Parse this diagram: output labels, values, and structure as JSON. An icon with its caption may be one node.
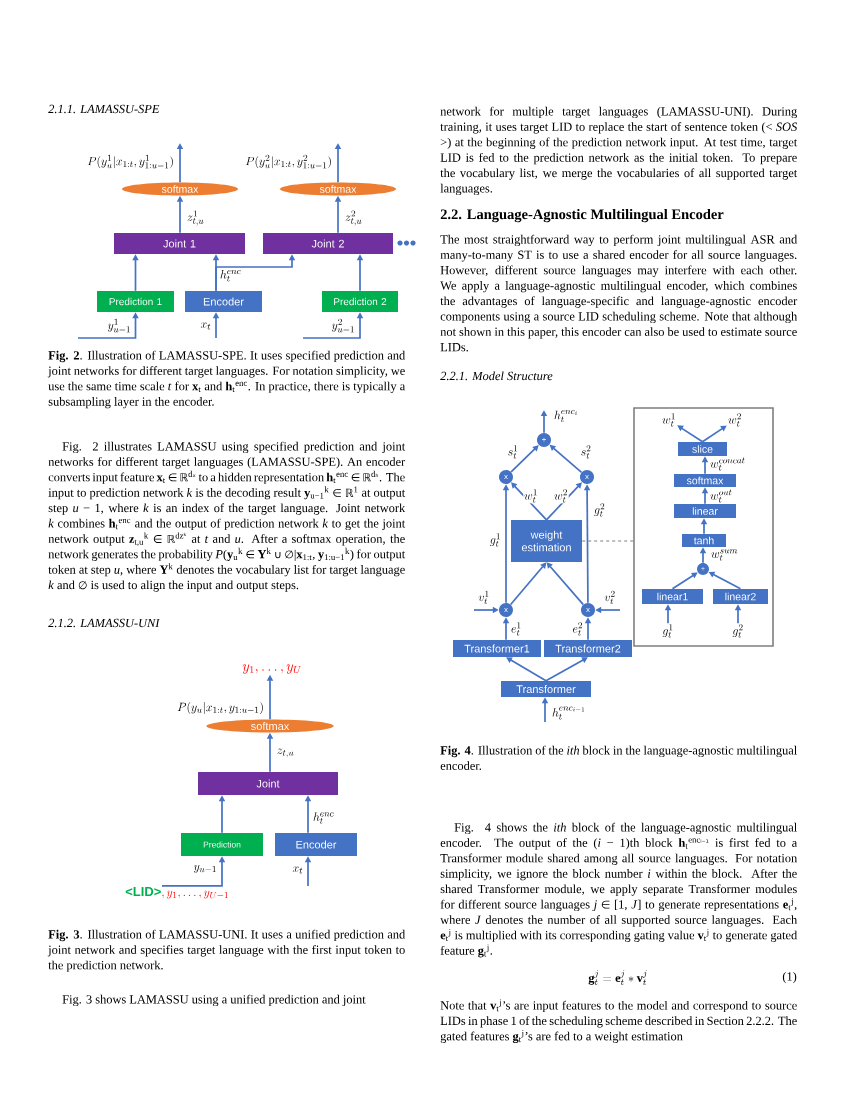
{
  "diagram": {
    "nodes": [
      {
        "text": [
          "softmax"
        ]
      },
      {
        "text": [
          "softmax"
        ]
      },
      {
        "text": [
          "Joint 1"
        ]
      },
      {
        "text": [
          "Joint 2"
        ]
      },
      {
        "text": [
          "Prediction 1"
        ]
      },
      {
        "text": [
          "Encoder"
        ]
      },
      {
        "text": [
          "Prediction 2"
        ]
      },
      {
        "text": [
          "y_1, \\ldots, y_U"
        ]
      },
      {
        "text": [
          "softmax"
        ]
      },
      {
        "text": [
          "Joint"
        ]
      },
      {
        "text": [
          "Prediction"
        ]
      },
      {
        "text": [
          "Encoder"
        ]
      },
      {
        "text": [
          "<LID>",
          ", y_1, \\ldots, y_{U-1}"
        ]
      },
      {
        "text": [
          "+"
        ]
      },
      {
        "text": [
          "x"
        ]
      },
      {
        "text": [
          "x"
        ]
      },
      {
        "text": [
          "weight estimation"
        ]
      },
      {
        "text": [
          "x"
        ]
      },
      {
        "text": [
          "x"
        ]
      },
      {
        "text": [
          "Transformer1"
        ]
      },
      {
        "text": [
          "Transformer2"
        ]
      },
      {
        "text": [
          "Transformer"
        ]
      },
      {
        "text": [],
        "shape": "box"
      },
      {
        "text": [
          "w_t^1"
        ],
        "in": 22
      },
      {
        "text": [
          "w_t^2"
        ],
        "in": 22
      },
      {
        "text": [
          "slice"
        ],
        "in": 22
      },
      {
        "text": [
          "softmax"
        ],
        "in": 22
      },
      {
        "text": [
          "linear"
        ],
        "in": 22
      },
      {
        "text": [
          "tanh"
        ],
        "in": 22
      },
      {
        "text": [
          "+"
        ],
        "in": 22
      },
      {
        "text": [
          "linear1"
        ],
        "in": 22
      },
      {
        "text": [
          "linear2"
        ],
        "in": 22
      },
      {
        "text": [
          "g_t^1"
        ],
        "in": 22
      },
      {
        "text": [
          "g_t^2"
        ],
        "in": 22
      }
    ],
    "edges": [
      {
        "from": null,
        "to": 4,
        "arrow": "to",
        "label": "y^1_{u-1}"
      },
      {
        "from": null,
        "to": 5,
        "arrow": "to",
        "label": "x_t"
      },
      {
        "from": null,
        "to": 6,
        "arrow": "to",
        "label": "y^2_{u-1}"
      },
      {
        "from": 4,
        "to": 2,
        "arrow": "to"
      },
      {
        "from": 5,
        "to": 2,
        "arrow": "to",
        "label": "h_t^{enc}"
      },
      {
        "from": 5,
        "to": 3,
        "arrow": "to"
      },
      {
        "from": 6,
        "to": 3,
        "arrow": "to"
      },
      {
        "from": 2,
        "to": 0,
        "arrow": "to",
        "label": "z^1_{t,u}"
      },
      {
        "from": 0,
        "to": null,
        "arrow": "to",
        "label": "P(y_u^1|x_{1:t},y^1_{1:u-1})"
      },
      {
        "from": 3,
        "to": 1,
        "arrow": "to",
        "label": "z^2_{t,u}"
      },
      {
        "from": 1,
        "to": null,
        "arrow": "to",
        "label": "P(y_u^2|x_{1:t},y^2_{1:u-1})"
      },
      {
        "from": 12,
        "to": 10,
        "arrow": "to",
        "label": "y_{u-1}"
      },
      {
        "from": null,
        "to": 11,
        "arrow": "to",
        "label": "x_t"
      },
      {
        "from": 10,
        "to": 9,
        "arrow": "to"
      },
      {
        "from": 11,
        "to": 9,
        "arrow": "to",
        "label": "h_t^{enc}"
      },
      {
        "from": 9,
        "to": 8,
        "arrow": "to",
        "label": "z_{t,u}"
      },
      {
        "from": 8,
        "to": 7,
        "arrow": "to",
        "label": "P(y_u|x_{1:t},y_{1:u-1})"
      },
      {
        "from": null,
        "to": 21,
        "arrow": "to",
        "label": "h_t^{enc_{i-1}}"
      },
      {
        "from": 21,
        "to": 19,
        "arrow": "to"
      },
      {
        "from": 21,
        "to": 20,
        "arrow": "to"
      },
      {
        "from": 19,
        "to": 17,
        "arrow": "to",
        "label": "e_t^1"
      },
      {
        "from": 20,
        "to": 18,
        "arrow": "to",
        "label": "e_t^2"
      },
      {
        "from": null,
        "to": 17,
        "arrow": "to",
        "label": "v_t^1"
      },
      {
        "from": null,
        "to": 18,
        "arrow": "to",
        "label": "v_t^2"
      },
      {
        "from": 17,
        "to": 14,
        "arrow": "to",
        "label": "g_t^1"
      },
      {
        "from": 18,
        "to": 15,
        "arrow": "to",
        "label": "g_t^2"
      },
      {
        "from": 17,
        "to": 16,
        "arrow": "to"
      },
      {
        "from": 18,
        "to": 16,
        "arrow": "to"
      },
      {
        "from": 16,
        "to": 14,
        "arrow": "to",
        "label": "w_t^1"
      },
      {
        "from": 16,
        "to": 15,
        "arrow": "to",
        "label": "w_t^2"
      },
      {
        "from": 14,
        "to": 13,
        "arrow": "to",
        "label": "s_t^1"
      },
      {
        "from": 15,
        "to": 13,
        "arrow": "to",
        "label": "s_t^2"
      },
      {
        "from": 13,
        "to": null,
        "arrow": "to",
        "label": "h_t^{enc_i}"
      },
      {
        "from": 16,
        "to": 22,
        "arrow": "none",
        "style": "dashed",
        "color": "#7f7f7f"
      },
      {
        "from": 32,
        "to": 30,
        "arrow": "to"
      },
      {
        "from": 33,
        "to": 31,
        "arrow": "to"
      },
      {
        "from": 30,
        "to": 29,
        "arrow": "to"
      },
      {
        "from": 31,
        "to": 29,
        "arrow": "to"
      },
      {
        "from": 29,
        "to": 28,
        "arrow": "to",
        "label": "w_t^{sum}"
      },
      {
        "from": 28,
        "to": 27,
        "arrow": "to"
      },
      {
        "from": 27,
        "to": 26,
        "arrow": "to",
        "label": "w_t^{out}"
      },
      {
        "from": 26,
        "to": 25,
        "arrow": "to",
        "label": "w_t^{concat}"
      },
      {
        "from": 25,
        "to": 23,
        "arrow": "to"
      },
      {
        "from": 25,
        "to": 24,
        "arrow": "to"
      }
    ],
    "labels": [
      "2.1.1. LAMASSU-SPE",
      "**Fig. 2**. Illustration of LAMASSU-SPE. It uses specified prediction and joint networks for different target languages. For notation simplicity, we use the same time scale *t* for **x**$_{t}$ and **h**$_{t}$$^{enc}$. In practice, there is typically a subsampling layer in the encoder.",
      "Fig. 2 illustrates LAMASSU using specified prediction and joint networks for different target languages (LAMASSU-SPE). An encoder converts input feature **x**$_{t}$ ∈ ℝ$^{dₓ}$ to a hidden representation **h**$_{t}$$^{enc}$ ∈ ℝ$^{dₕ}$. The input to prediction network *k* is the decoding result **y**$_{u−1}$$^{k}$ ∈ ℝ$^{1}$ at output step *u* − 1, where *k* is an index of the target language. Joint network *k* combines **h**$_{t}$$^{enc}$ and the output of prediction network *k* to get the joint network output **z**$_{t,u}$$^{k}$ ∈ ℝ$^{dzᵏ}$ at *t* and *u*. After a softmax operation, the network generates the probability *P*(**y**$_{u}$$^{k}$ ∈ **Y**$^{k}$ ∪ ∅|**x**$_{1:t}$, **y**$_{1:u−1}$$^{k}$) for output token at step *u*, where **Y**$^{k}$ denotes the vocabulary list for target language *k* and ∅ is used to align the input and output steps.",
      "2.1.2. LAMASSU-UNI",
      "**Fig. 3**. Illustration of LAMASSU-UNI. It uses a unified prediction and joint network and specifies target language with the first input token to the prediction network.",
      "Fig. 3 shows LAMASSU using a unified prediction and joint",
      "network for multiple target languages (LAMASSU-UNI). During training, it uses target LID to replace the start of sentence token (< *SOS* >) at the beginning of the prediction network input. At test time, target LID is fed to the prediction network as the initial token. To prepare the vocabulary list, we merge the vocabularies of all supported target languages.",
      "2.2. Language-Agnostic Multilingual Encoder",
      "The most straightforward way to perform joint multilingual ASR and many-to-many ST is to use a shared encoder for all source languages. However, different source languages may interfere with each other. We apply a language-agnostic multilingual encoder, which combines the advantages of language-specific and language-agnostic encoder components using a source LID scheduling scheme. Note that although not shown in this paper, this encoder can also be used to estimate source LIDs.",
      "2.2.1. Model Structure",
      "**Fig. 4**. Illustration of the *ith* block in the language-agnostic multilingual encoder.",
      "Fig. 4 shows the *ith* block of the language-agnostic multilingual encoder. The output of the (*i* − 1)th block **h**$_{t}$$^{encᵢ₋₁}$ is first fed to a Transformer module shared among all source languages. For notation simplicity, we ignore the block number *i* within the block. After the shared Transformer module, we apply separate Transformer modules for different source languages *j* ∈ [1, *J*] to generate representations **e**$_{t}$$^{j}$, where *J* denotes the number of all supported source languages. Each **e**$_{t}$$^{j}$ is multiplied with its corresponding gating value **v**$_{t}$$^{j}$ to generate gated feature **g**$_{t}$$^{j}$.",
      "\\mathbf{g}_t^j = \\mathbf{e}_t^j * \\mathbf{v}_t^j",
      "(1)",
      "Note that **v**$_{t}$$^{j}$’s are input features to the model and correspond to source LIDs in phase 1 of the scheduling scheme described in Section 2.2.2. The gated features **g**$_{t}$$^{j}$’s are fed to a weight estimation"
    ]
  }
}
